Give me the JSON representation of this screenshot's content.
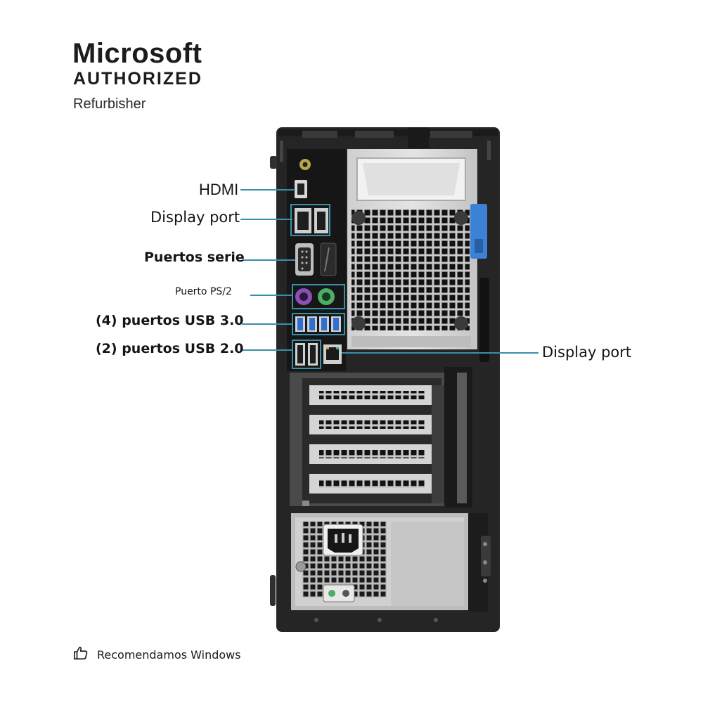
{
  "logo": {
    "line1": "Microsoft",
    "line2": "AUTHORIZED",
    "line3": "Refurbisher"
  },
  "callouts": {
    "hdmi": "HDMI",
    "display_port_top": "Display port",
    "serial_ports": "Puertos serie",
    "ps2": "Puerto PS/2",
    "usb3": "(4) puertos USB 3.0",
    "usb2": "(2) puertos USB 2.0",
    "display_port_right": "Display port"
  },
  "footer": {
    "icon": "thumbs-up-icon",
    "text": "Recomendamos Windows"
  },
  "colors": {
    "callout_line": "#3a8fa8",
    "chassis": "#262626",
    "panel": "#d9d9d9",
    "port_highlight": "#3a8fa8",
    "usb3_blue": "#2f6fd0",
    "blue_latch": "#3b82d6"
  }
}
